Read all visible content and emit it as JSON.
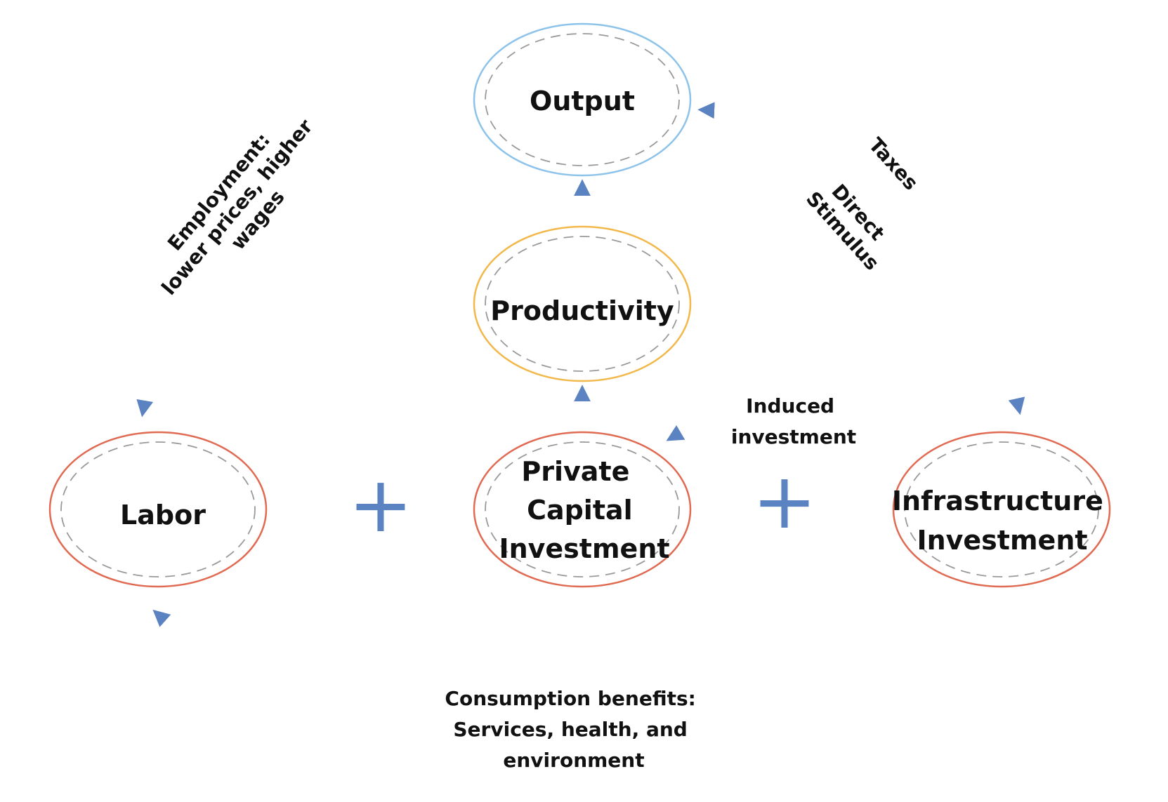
{
  "colors": {
    "arrow": "#5b82c1",
    "output_border": "#8dc3ea",
    "productivity_border": "#f2b84b",
    "factor_border": "#e06a52",
    "dashed_inner": "#9a9a9a"
  },
  "nodes": {
    "output": "Output",
    "productivity": "Productivity",
    "labor": "Labor",
    "private_capital": [
      "Private",
      "Capital",
      "Investment"
    ],
    "infrastructure": [
      "Infrastructure",
      "Investment"
    ]
  },
  "operators": [
    "+",
    "+"
  ],
  "edge_labels": {
    "employment": [
      "Employment:",
      "lower prices, higher",
      "wages"
    ],
    "taxes": "Taxes",
    "direct_stimulus": [
      "Direct",
      "Stimulus"
    ],
    "induced_investment": [
      "Induced",
      "investment"
    ],
    "consumption_benefits": [
      "Consumption benefits:",
      "Services, health, and",
      "environment"
    ]
  }
}
